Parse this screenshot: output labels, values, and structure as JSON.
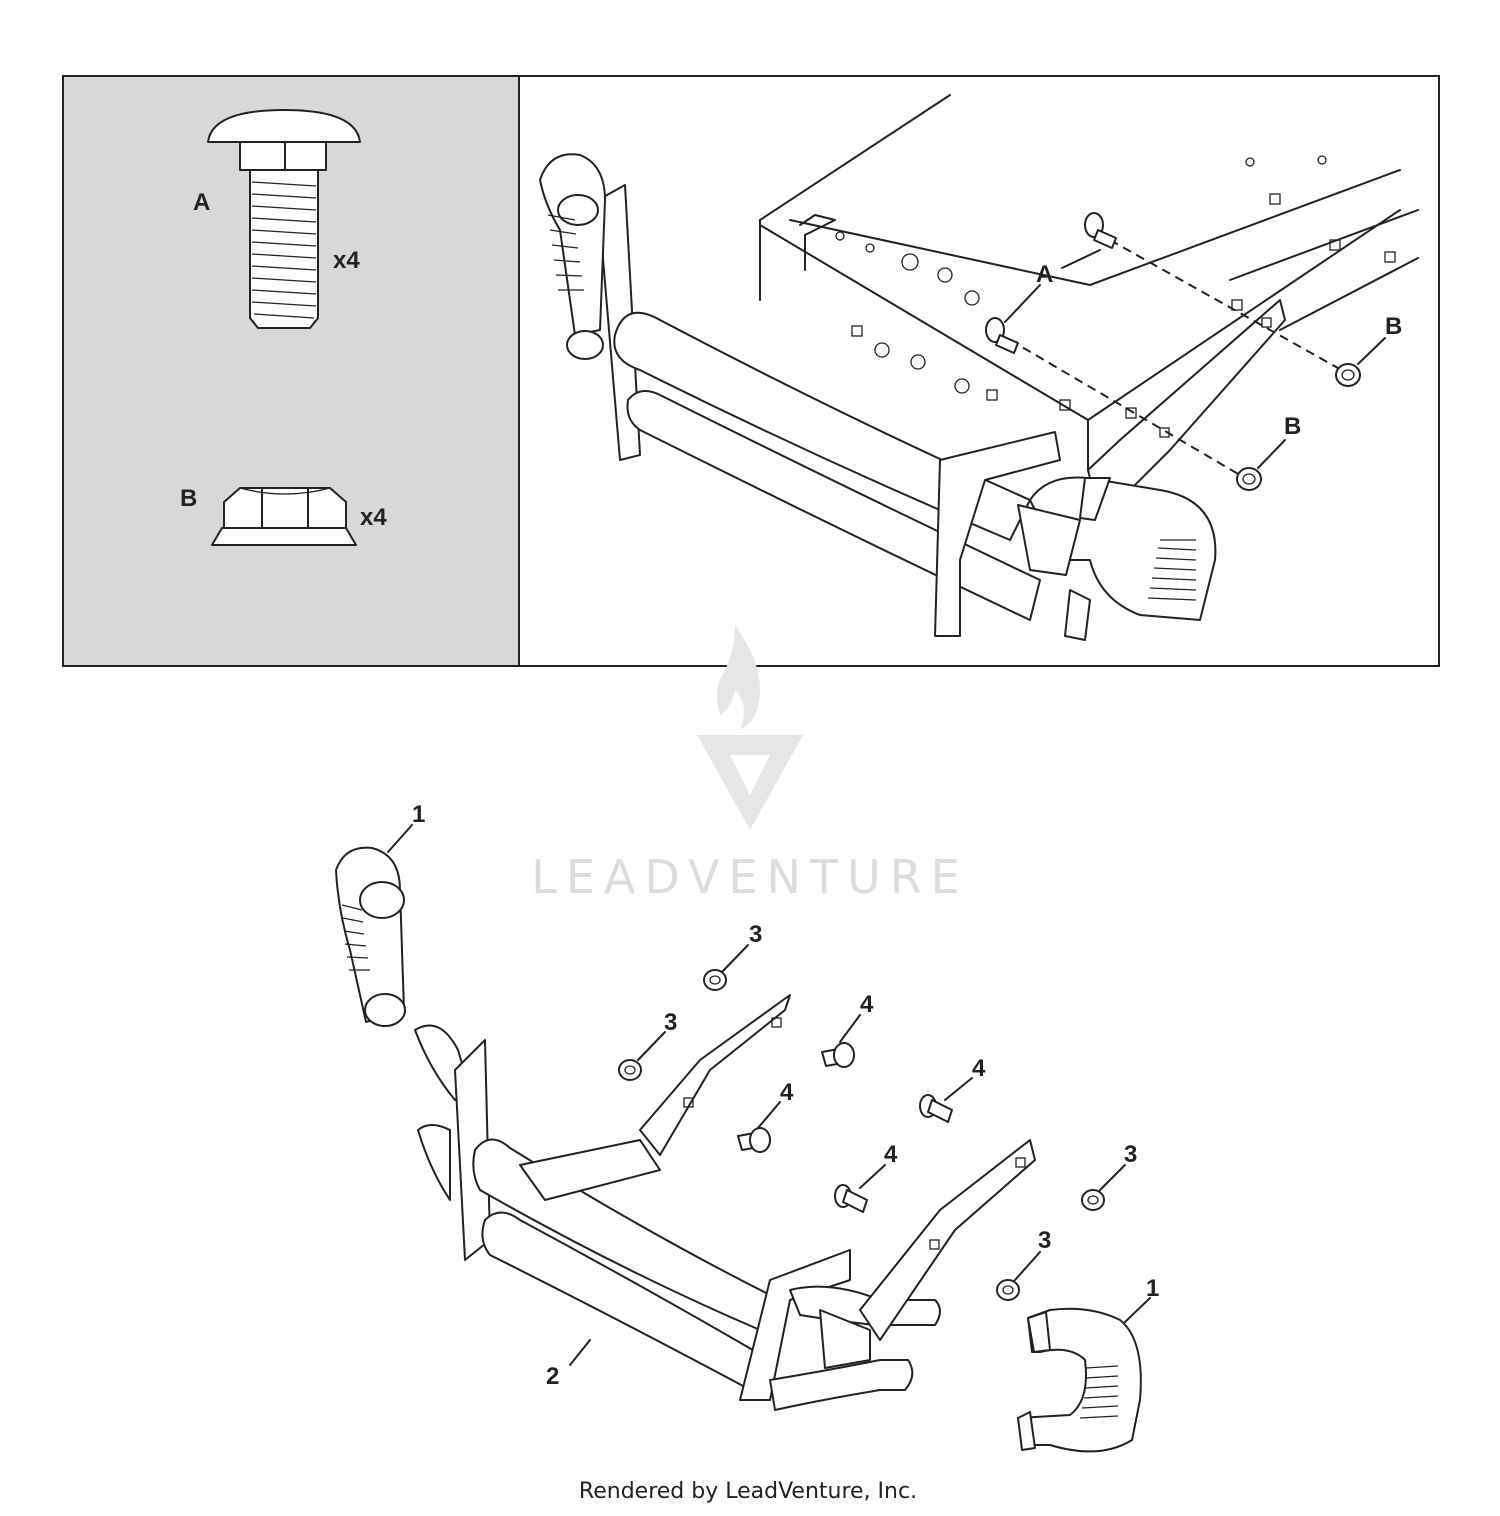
{
  "panel_top_left": {
    "background": "#d8d8d8",
    "bolt_label": "A",
    "bolt_qty": "x4",
    "nut_label": "B",
    "nut_qty": "x4"
  },
  "panel_top_right": {
    "callouts": [
      "A",
      "B",
      "B"
    ]
  },
  "exploded_view": {
    "callouts": [
      "1",
      "1",
      "2",
      "3",
      "3",
      "3",
      "3",
      "4",
      "4",
      "4",
      "4"
    ]
  },
  "watermark": "LEADVENTURE",
  "footer": "Rendered by LeadVenture, Inc.",
  "colors": {
    "line": "#222222",
    "panel_gray": "#d8d8d8",
    "watermark": "#dcdcdc"
  }
}
